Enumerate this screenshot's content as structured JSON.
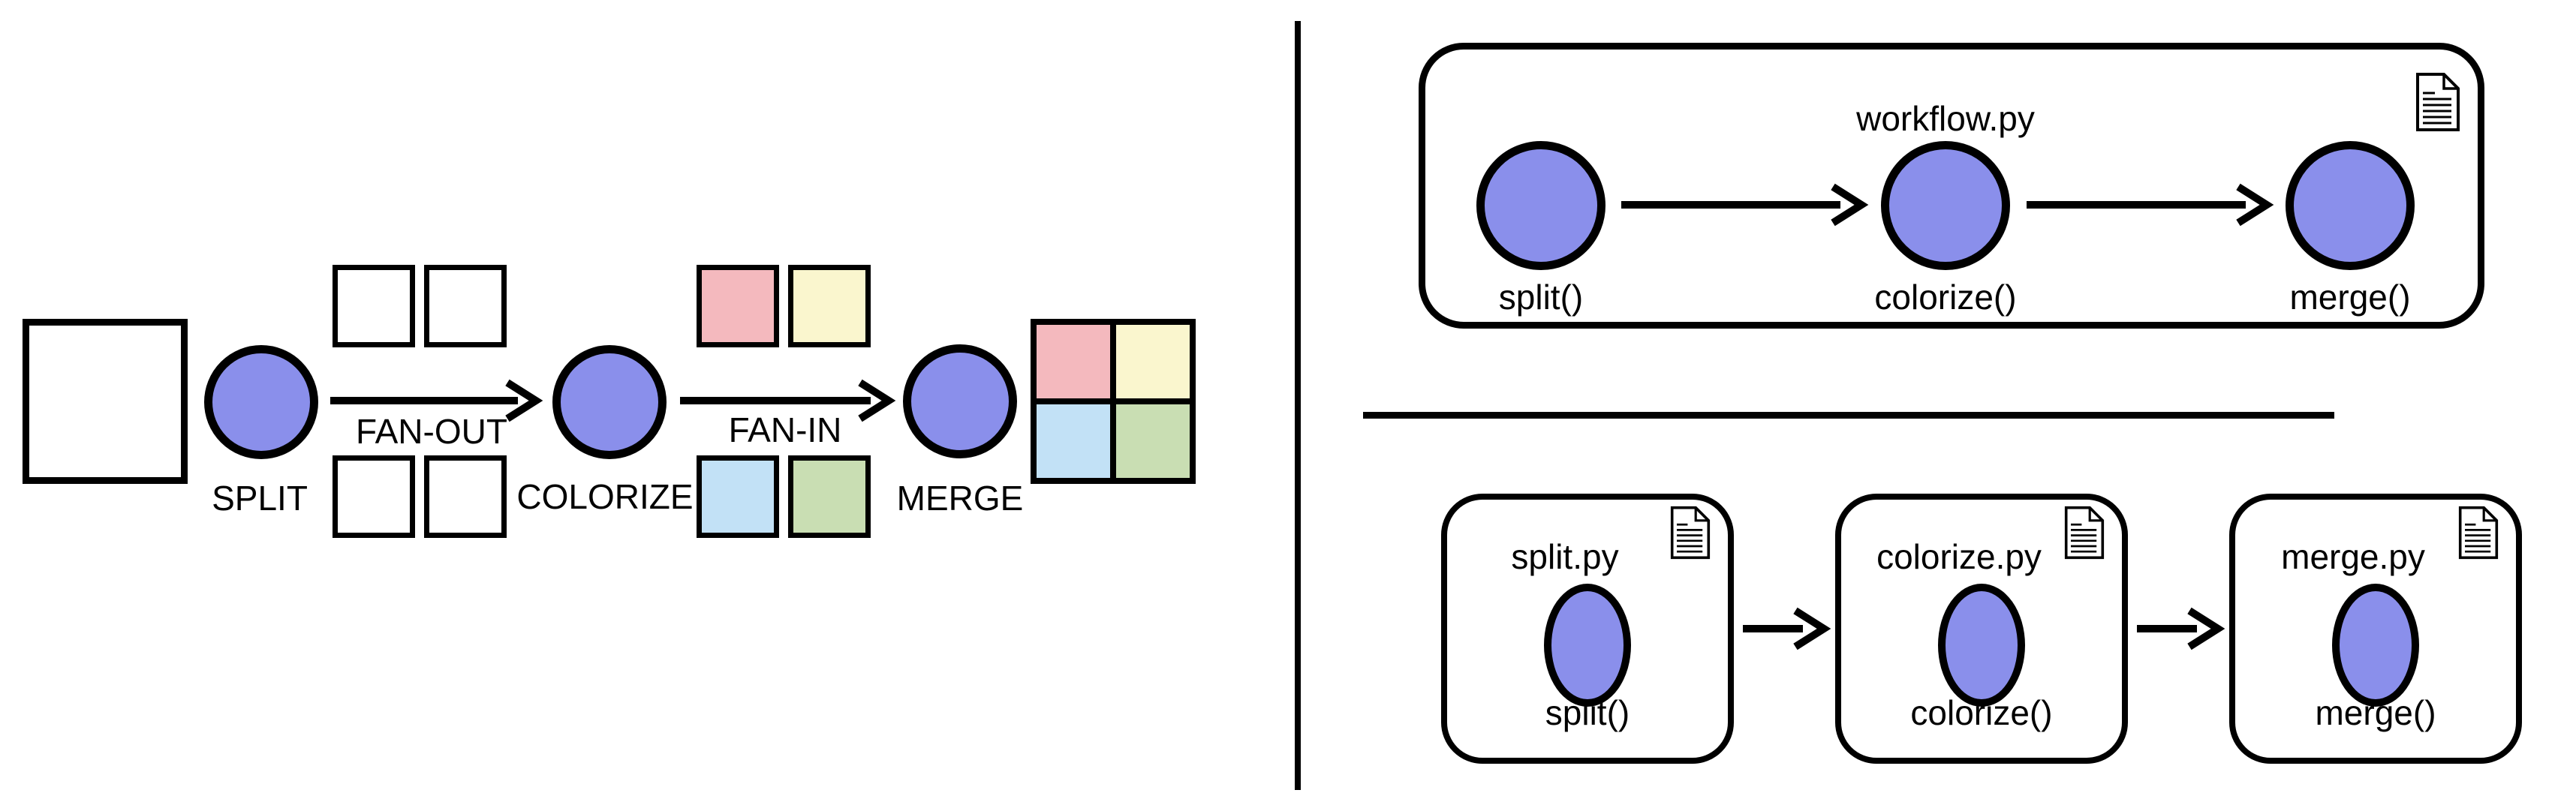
{
  "colors": {
    "background": "#FFFFFF",
    "outline": "#000000",
    "node_fill": "#8A8FEB",
    "pink": "#F4B9BE",
    "yellow": "#FAF6CE",
    "blue": "#C2E1F6",
    "green": "#C9DEB3",
    "blank": "#FFFFFF"
  },
  "left_diagram": {
    "input_tile": "blank",
    "stages": [
      {
        "label": "SPLIT"
      },
      {
        "label": "COLORIZE"
      },
      {
        "label": "MERGE"
      }
    ],
    "transitions": [
      {
        "label": "FAN-OUT"
      },
      {
        "label": "FAN-IN"
      }
    ],
    "split_output_tiles": [
      "blank",
      "blank",
      "blank",
      "blank"
    ],
    "colorize_output_tiles": [
      "pink",
      "yellow",
      "blue",
      "green"
    ],
    "merged_grid": [
      [
        "pink",
        "yellow"
      ],
      [
        "blue",
        "green"
      ]
    ]
  },
  "right_top_panel": {
    "file_label": "workflow.py",
    "functions": [
      {
        "label": "split()"
      },
      {
        "label": "colorize()"
      },
      {
        "label": "merge()"
      }
    ]
  },
  "right_bottom_panels": {
    "modules": [
      {
        "file_label": "split.py",
        "function_label": "split()"
      },
      {
        "file_label": "colorize.py",
        "function_label": "colorize()"
      },
      {
        "file_label": "merge.py",
        "function_label": "merge()"
      }
    ]
  }
}
